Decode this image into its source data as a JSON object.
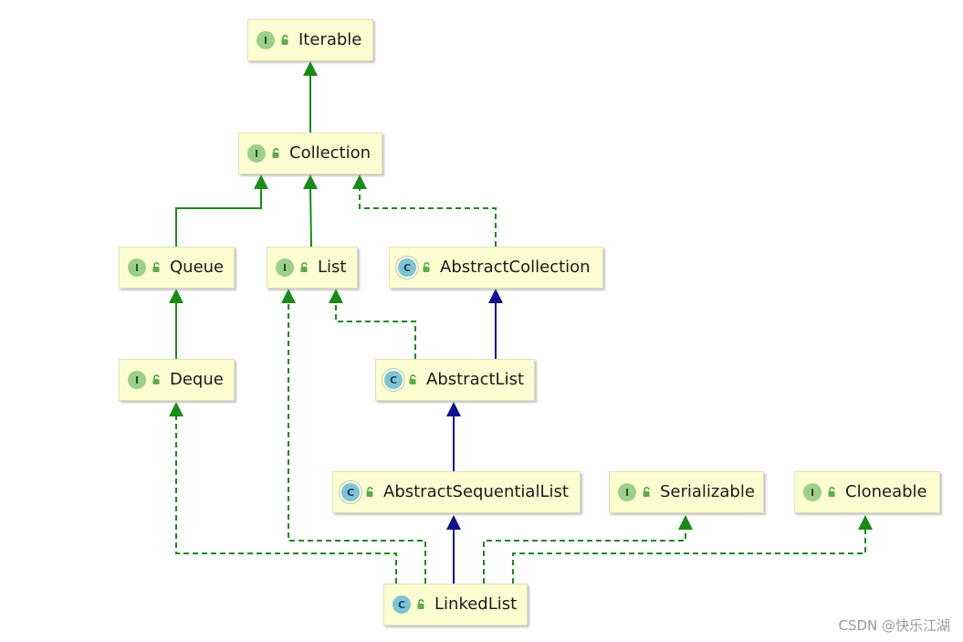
{
  "nodes": {
    "iterable": {
      "label": "Iterable",
      "badge": "I",
      "kind": "interface"
    },
    "collection": {
      "label": "Collection",
      "badge": "I",
      "kind": "interface"
    },
    "queue": {
      "label": "Queue",
      "badge": "I",
      "kind": "interface"
    },
    "list": {
      "label": "List",
      "badge": "I",
      "kind": "interface"
    },
    "abstract_collection": {
      "label": "AbstractCollection",
      "badge": "C",
      "kind": "abstract"
    },
    "deque": {
      "label": "Deque",
      "badge": "I",
      "kind": "interface"
    },
    "abstract_list": {
      "label": "AbstractList",
      "badge": "C",
      "kind": "abstract"
    },
    "abstract_sequential_list": {
      "label": "AbstractSequentialList",
      "badge": "C",
      "kind": "abstract"
    },
    "serializable": {
      "label": "Serializable",
      "badge": "I",
      "kind": "interface"
    },
    "cloneable": {
      "label": "Cloneable",
      "badge": "I",
      "kind": "interface"
    },
    "linked_list": {
      "label": "LinkedList",
      "badge": "C",
      "kind": "class"
    }
  },
  "edges": [
    {
      "from": "Collection",
      "to": "Iterable",
      "type": "extends"
    },
    {
      "from": "Queue",
      "to": "Collection",
      "type": "extends"
    },
    {
      "from": "List",
      "to": "Collection",
      "type": "extends"
    },
    {
      "from": "AbstractCollection",
      "to": "Collection",
      "type": "implements"
    },
    {
      "from": "Deque",
      "to": "Queue",
      "type": "extends"
    },
    {
      "from": "AbstractList",
      "to": "List",
      "type": "implements"
    },
    {
      "from": "AbstractList",
      "to": "AbstractCollection",
      "type": "class-extends"
    },
    {
      "from": "AbstractSequentialList",
      "to": "AbstractList",
      "type": "class-extends"
    },
    {
      "from": "LinkedList",
      "to": "AbstractSequentialList",
      "type": "class-extends"
    },
    {
      "from": "LinkedList",
      "to": "Deque",
      "type": "implements"
    },
    {
      "from": "LinkedList",
      "to": "List",
      "type": "implements"
    },
    {
      "from": "LinkedList",
      "to": "Serializable",
      "type": "implements"
    },
    {
      "from": "LinkedList",
      "to": "Cloneable",
      "type": "implements"
    }
  ],
  "colors": {
    "interface_edge": "#1a8a1a",
    "class_edge": "#10108a",
    "node_fill": "#fdfdd2",
    "interface_badge": "#9ccf8a",
    "class_badge": "#7fc3d4"
  },
  "watermark": "CSDN @快乐江湖"
}
